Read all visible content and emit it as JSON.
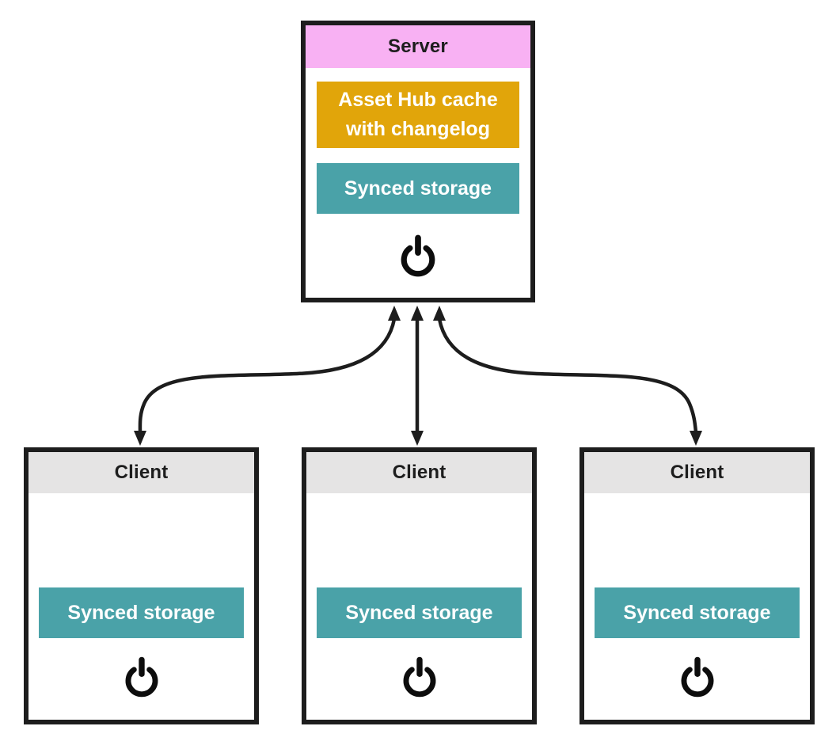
{
  "colors": {
    "background": "#ffffff",
    "outline": "#1d1d1d",
    "server_header": "#f8b1f3",
    "client_header": "#e5e4e4",
    "cache_amber": "#e1a50a",
    "storage_teal": "#4aa2a8",
    "block_text": "#ffffff"
  },
  "server": {
    "title": "Server",
    "cache_block": {
      "label": "Asset Hub cache with changelog",
      "color": "#e1a50a"
    },
    "storage_block": {
      "label": "Synced storage",
      "color": "#4aa2a8"
    },
    "icon": "power-icon"
  },
  "clients": [
    {
      "title": "Client",
      "storage_block": {
        "label": "Synced storage",
        "color": "#4aa2a8"
      },
      "icon": "power-icon"
    },
    {
      "title": "Client",
      "storage_block": {
        "label": "Synced storage",
        "color": "#4aa2a8"
      },
      "icon": "power-icon"
    },
    {
      "title": "Client",
      "storage_block": {
        "label": "Synced storage",
        "color": "#4aa2a8"
      },
      "icon": "power-icon"
    }
  ],
  "links": {
    "type": "bidirectional-arrows",
    "count": 3,
    "color": "#1d1d1d",
    "from": "Server",
    "to": [
      "Client",
      "Client",
      "Client"
    ]
  }
}
